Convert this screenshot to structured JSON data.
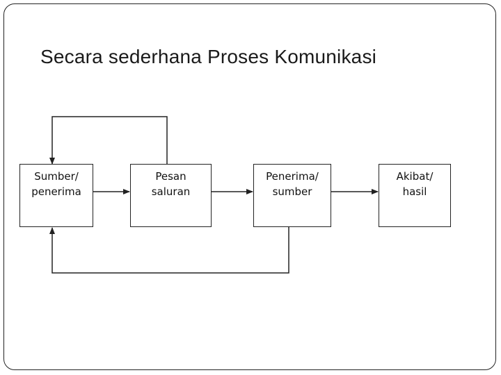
{
  "title": "Secara sederhana Proses Komunikasi",
  "nodes": [
    {
      "id": "sumber",
      "label": "Sumber/\npenerima"
    },
    {
      "id": "pesan",
      "label": "Pesan\nsaluran"
    },
    {
      "id": "penerima",
      "label": "Penerima/\nsumber"
    },
    {
      "id": "akibat",
      "label": "Akibat/\nhasil"
    }
  ],
  "edges": [
    {
      "from": "sumber",
      "to": "pesan"
    },
    {
      "from": "pesan",
      "to": "penerima"
    },
    {
      "from": "penerima",
      "to": "akibat"
    },
    {
      "from": "pesan",
      "to": "sumber",
      "kind": "feedback-top"
    },
    {
      "from": "penerima",
      "to": "sumber",
      "kind": "feedback-bottom"
    }
  ],
  "colors": {
    "stroke": "#222222",
    "text": "#111111"
  }
}
